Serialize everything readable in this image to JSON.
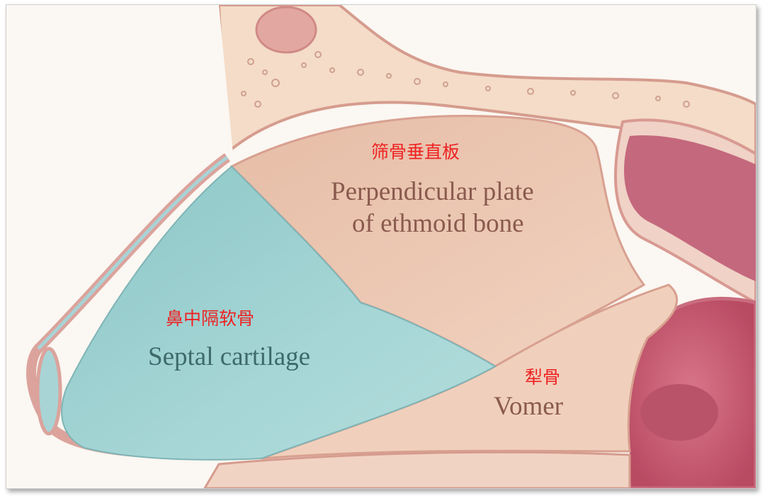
{
  "labels": {
    "ethmoid_cn": "筛骨垂直板",
    "ethmoid_en_line1": "Perpendicular plate",
    "ethmoid_en_line2": "of ethmoid bone",
    "septal_cn": "鼻中隔软骨",
    "septal_en": "Septal cartilage",
    "vomer_cn": "犁骨",
    "vomer_en": "Vomer"
  },
  "colors": {
    "cartilage": "#a8d6d6",
    "bone": "#ecc6b0",
    "outline_pink": "#d99a96",
    "sinus": "#c85a6e",
    "label_cn": "#ee2222"
  }
}
